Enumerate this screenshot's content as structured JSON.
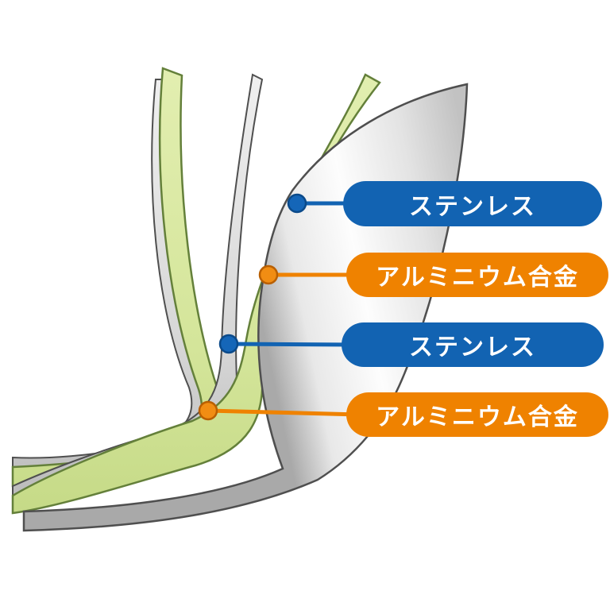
{
  "diagram": {
    "description": "Cross-section illustration of multi-ply metal layers peeled apart",
    "layers_pointed": [
      {
        "label": "ステンレス",
        "material": "stainless",
        "pill_color": "#1263b2"
      },
      {
        "label": "アルミニウム合金",
        "material": "aluminum",
        "pill_color": "#ef8200"
      },
      {
        "label": "ステンレス",
        "material": "stainless",
        "pill_color": "#1263b2"
      },
      {
        "label": "アルミニウム合金",
        "material": "aluminum",
        "pill_color": "#ef8200"
      }
    ],
    "colors": {
      "label_blue": "#1263b2",
      "label_orange": "#ef8200",
      "aluminum_layer_green": "#d6e69c",
      "stainless_layer_silver": "#d9d9d9",
      "outline_dark": "#4f4f4f"
    }
  }
}
